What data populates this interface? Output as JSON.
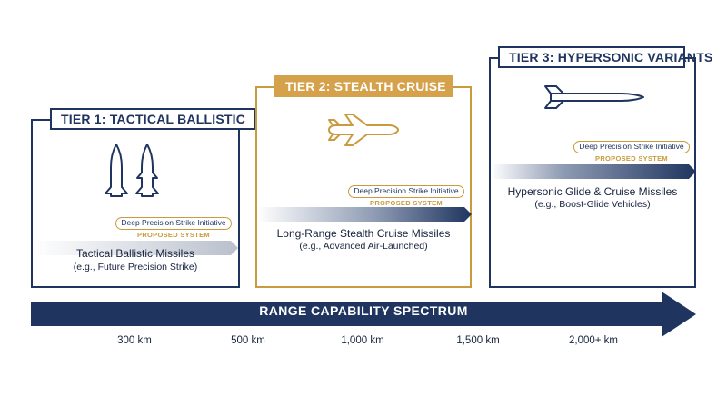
{
  "tier1": {
    "title": "TIER 1: TACTICAL BALLISTIC",
    "pill": "Deep Precision Strike Initiative",
    "proposed": "PROPOSED SYSTEM",
    "system_name": "Tactical Ballistic Missiles",
    "system_example": "(e.g., Future Precision Strike)",
    "icon": "ballistic-missiles-icon"
  },
  "tier2": {
    "title": "TIER 2: STEALTH CRUISE",
    "pill": "Deep Precision Strike Initiative",
    "proposed": "PROPOSED SYSTEM",
    "system_name": "Long-Range Stealth Cruise Missiles",
    "system_example": "(e.g., Advanced Air-Launched)",
    "icon": "aircraft-icon"
  },
  "tier3": {
    "title": "TIER 3: HYPERSONIC VARIANTS",
    "pill": "Deep Precision Strike Initiative",
    "proposed": "PROPOSED SYSTEM",
    "system_name": "Hypersonic Glide & Cruise Missiles",
    "system_example": "(e.g., Boost-Glide Vehicles)",
    "icon": "hypersonic-missile-icon"
  },
  "spectrum": {
    "label": "RANGE CAPABILITY SPECTRUM",
    "ticks": [
      "300 km",
      "500 km",
      "1,000 km",
      "1,500 km",
      "2,000+ km"
    ]
  },
  "colors": {
    "navy": "#1f3560",
    "gold": "#d5a14a"
  }
}
